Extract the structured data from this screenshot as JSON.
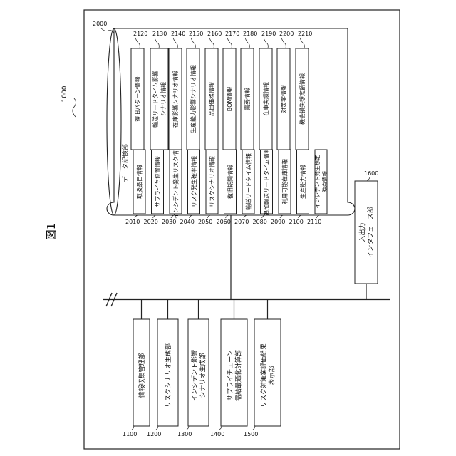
{
  "figure_label": "図1",
  "system_ref": "1000",
  "storage": {
    "ref": "2000",
    "title": "データ記憶部",
    "items_left": [
      {
        "ref": "2010",
        "label": "取扱品目情報"
      },
      {
        "ref": "2020",
        "label": "サプライヤ位置情報"
      },
      {
        "ref": "2030",
        "label": "インシデント発生リスク情報"
      },
      {
        "ref": "2040",
        "label": "リスク発生確率情報"
      },
      {
        "ref": "2050",
        "label": "リスクシナリオ情報"
      },
      {
        "ref": "2060",
        "label": "復旧期間情報"
      },
      {
        "ref": "2070",
        "label": "輸送リードタイム情報"
      },
      {
        "ref": "2080",
        "label": "追加輸送リードタイム情報"
      },
      {
        "ref": "2090",
        "label": "利用可能在庫情報"
      },
      {
        "ref": "2100",
        "label": "生産能力情報"
      },
      {
        "ref": "2110",
        "label": "インシデント発生想定",
        "label2": "時点情報"
      }
    ],
    "items_right": [
      {
        "ref": "2120",
        "label": "復旧パターン情報"
      },
      {
        "ref": "2130",
        "label": "輸送リードタイム影響",
        "label2": "シナリオ情報"
      },
      {
        "ref": "2140",
        "label": "在庫影響シナリオ情報"
      },
      {
        "ref": "2150",
        "label": "生産能力影響シナリオ情報"
      },
      {
        "ref": "2160",
        "label": "品目価格情報"
      },
      {
        "ref": "2170",
        "label": "BOM情報"
      },
      {
        "ref": "2180",
        "label": "需要情報"
      },
      {
        "ref": "2190",
        "label": "在庫実績情報"
      },
      {
        "ref": "2200",
        "label": "対策案情報"
      },
      {
        "ref": "2210",
        "label": "機会損失想定額情報"
      }
    ]
  },
  "modules": [
    {
      "ref": "1100",
      "label": "情報収集管理部"
    },
    {
      "ref": "1200",
      "label": "リスクシナリオ生成部"
    },
    {
      "ref": "1300",
      "label": "インシデント影響",
      "label2": "シナリオ生成部"
    },
    {
      "ref": "1400",
      "label": "サプライチェーン",
      "label2": "需給最適化計算部"
    },
    {
      "ref": "1500",
      "label": "リスク対策案評価結果",
      "label2": "表示部"
    }
  ],
  "io": {
    "ref": "1600",
    "label": "入出力",
    "label2": "インタフェース部"
  }
}
